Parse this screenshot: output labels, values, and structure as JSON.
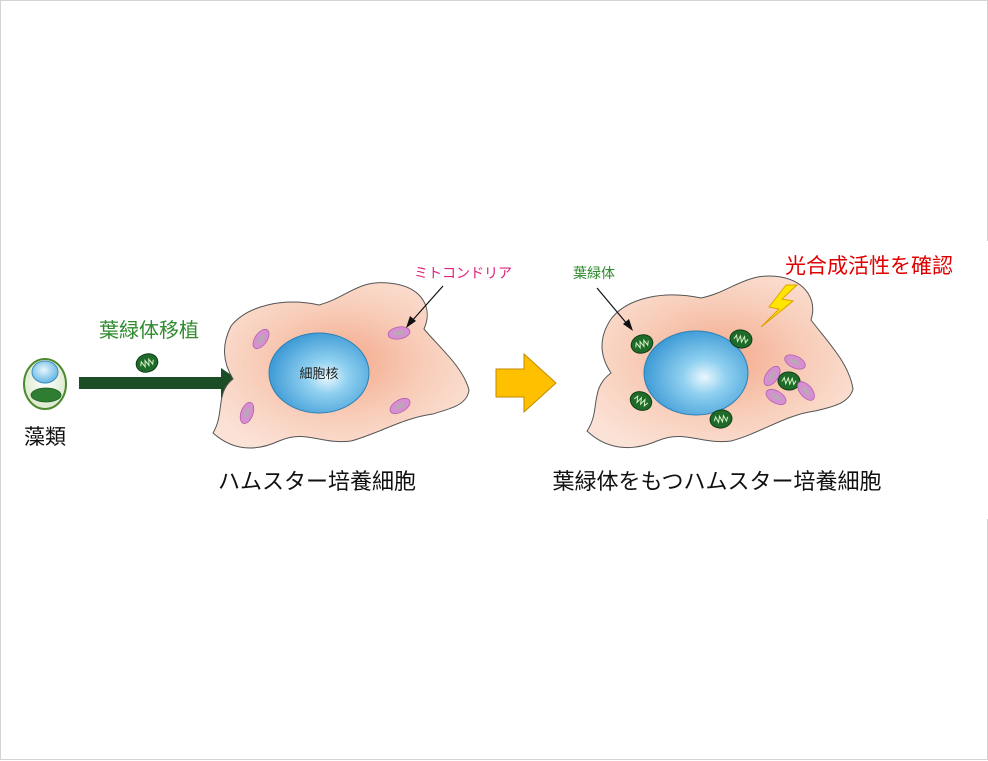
{
  "labels": {
    "algae": "藻類",
    "transplant": "葉緑体移植",
    "nucleus": "細胞核",
    "mitochondria": "ミトコンドリア",
    "chloroplast": "葉緑体",
    "photosynthesis_confirmed": "光合成活性を確認",
    "hamster_cell": "ハムスター培養細胞",
    "hamster_cell_with_chloroplast": "葉緑体をもつハムスター培養細胞"
  },
  "colors": {
    "chloroplast_green": "#1f6b2a",
    "arrow_dark_green": "#1b4d26",
    "mitochondria_pink": "#d58fd0",
    "label_pink": "#e0207a",
    "label_green": "#2e8b2e",
    "label_red": "#e00000",
    "cell_fill": "#f6c9b4",
    "nucleus_blue": "#4aa8dc",
    "arrow_yellow": "#ffc000",
    "lightning_yellow": "#ffe600"
  }
}
